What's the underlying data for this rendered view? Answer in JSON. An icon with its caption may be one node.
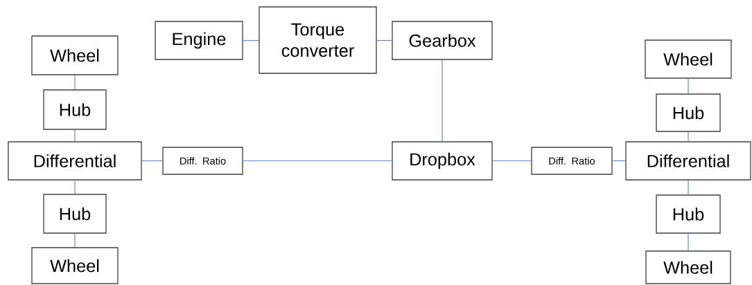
{
  "diagram": {
    "nodes": [
      {
        "text": [
          "Engine"
        ]
      },
      {
        "text": [
          "Torque converter"
        ]
      },
      {
        "text": [
          "Gearbox"
        ]
      },
      {
        "text": [
          "Wheel"
        ]
      },
      {
        "text": [
          "Hub"
        ]
      },
      {
        "text": [
          "Differential"
        ]
      },
      {
        "text": [
          "Hub"
        ]
      },
      {
        "text": [
          "Wheel"
        ]
      },
      {
        "text": [
          "Diff. Ratio"
        ]
      },
      {
        "text": [
          "Dropbox"
        ]
      },
      {
        "text": [
          "Diff. Ratio"
        ]
      },
      {
        "text": [
          "Wheel"
        ]
      },
      {
        "text": [
          "Hub"
        ]
      },
      {
        "text": [
          "Differential"
        ]
      },
      {
        "text": [
          "Hub"
        ]
      },
      {
        "text": [
          "Wheel"
        ]
      }
    ],
    "edges": [
      {
        "from": 0,
        "to": 1,
        "arrow": "none"
      },
      {
        "from": 1,
        "to": 2,
        "arrow": "none"
      },
      {
        "from": 2,
        "to": 9,
        "arrow": "none"
      },
      {
        "from": 3,
        "to": 4,
        "arrow": "none"
      },
      {
        "from": 4,
        "to": 5,
        "arrow": "none"
      },
      {
        "from": 5,
        "to": 6,
        "arrow": "none"
      },
      {
        "from": 6,
        "to": 7,
        "arrow": "none"
      },
      {
        "from": 5,
        "to": 8,
        "arrow": "none"
      },
      {
        "from": 8,
        "to": 9,
        "arrow": "none"
      },
      {
        "from": 9,
        "to": 10,
        "arrow": "none"
      },
      {
        "from": 10,
        "to": 13,
        "arrow": "none"
      },
      {
        "from": 11,
        "to": 12,
        "arrow": "none"
      },
      {
        "from": 12,
        "to": 13,
        "arrow": "none"
      },
      {
        "from": 13,
        "to": 14,
        "arrow": "none"
      },
      {
        "from": 14,
        "to": 15,
        "arrow": "none"
      }
    ]
  }
}
